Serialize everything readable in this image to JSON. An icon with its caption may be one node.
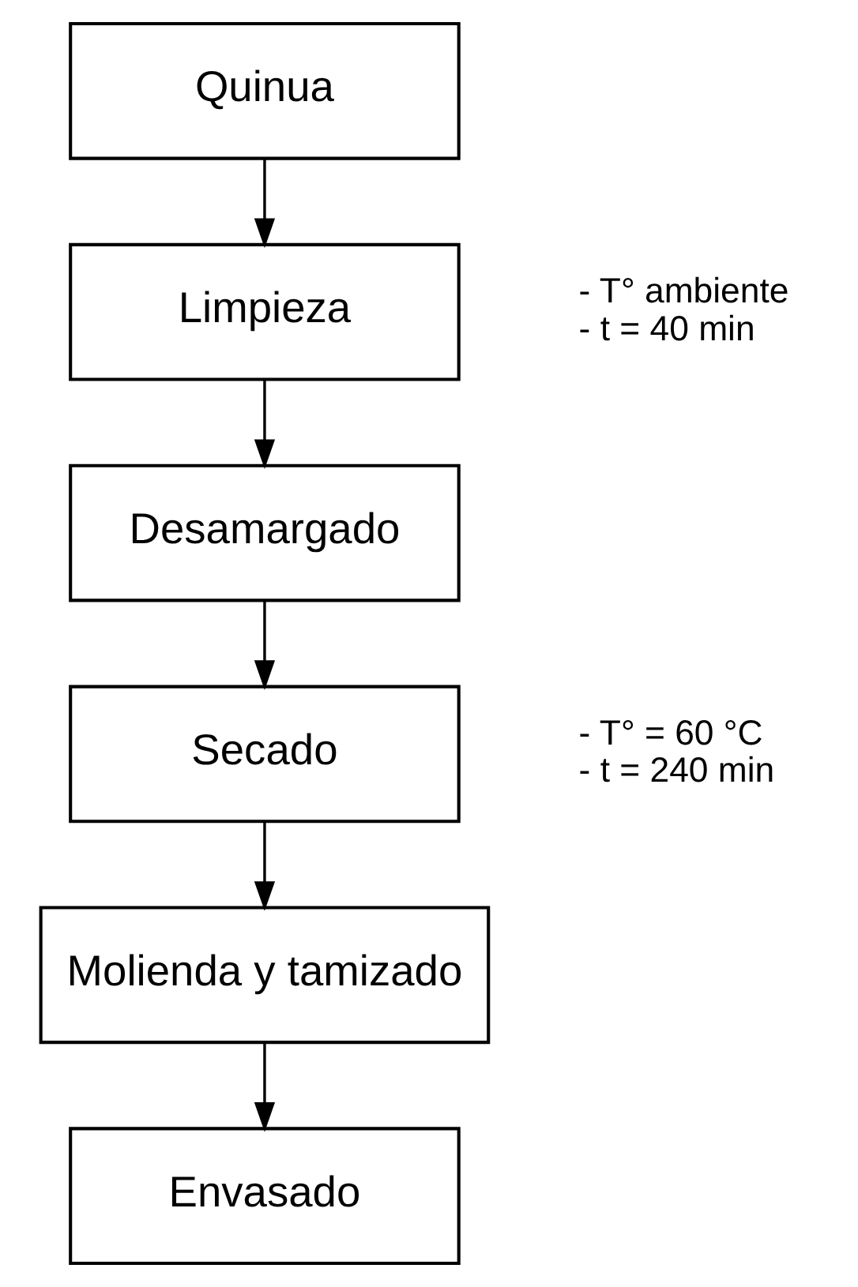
{
  "diagram": {
    "nodes": [
      {
        "text": [
          "Quinua"
        ]
      },
      {
        "text": [
          "Limpieza"
        ],
        "beside": [
          "- T° ambiente",
          "- t = 40 min"
        ]
      },
      {
        "text": [
          "Desamargado"
        ]
      },
      {
        "text": [
          "Secado"
        ],
        "beside": [
          "- T° = 60 °C",
          "- t = 240 min"
        ]
      },
      {
        "text": [
          "Molienda y tamizado"
        ]
      },
      {
        "text": [
          "Envasado"
        ]
      }
    ],
    "edges": [
      {
        "from": 0,
        "to": 1,
        "arrow": "to"
      },
      {
        "from": 1,
        "to": 2,
        "arrow": "to"
      },
      {
        "from": 2,
        "to": 3,
        "arrow": "to"
      },
      {
        "from": 3,
        "to": 4,
        "arrow": "to"
      },
      {
        "from": 4,
        "to": 5,
        "arrow": "to"
      }
    ]
  }
}
